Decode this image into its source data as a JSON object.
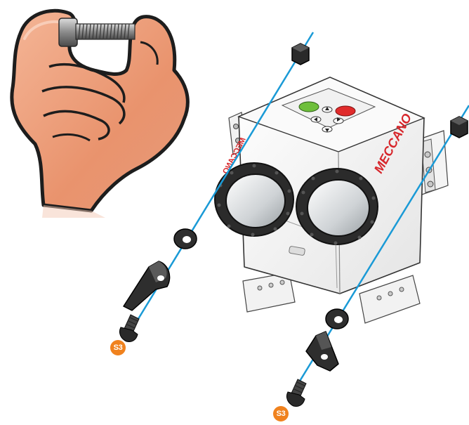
{
  "brand": {
    "logo_text": "MECCANO",
    "reverse_logo_text": "MECCANO"
  },
  "callouts": {
    "screw_left": "S3",
    "screw_right": "S3"
  },
  "colors": {
    "guide_line": "#1a9ad6",
    "badge": "#f0821e",
    "logo_red": "#d7262b",
    "button_green": "#6ebf3b",
    "button_red": "#e02b2b",
    "skin": "#efa17d",
    "outline": "#1d1d1d"
  },
  "icons": [
    "hand-holding-screw",
    "hex-nut",
    "washer",
    "angle-bracket",
    "socket-head-screw",
    "arrow-buttons"
  ]
}
